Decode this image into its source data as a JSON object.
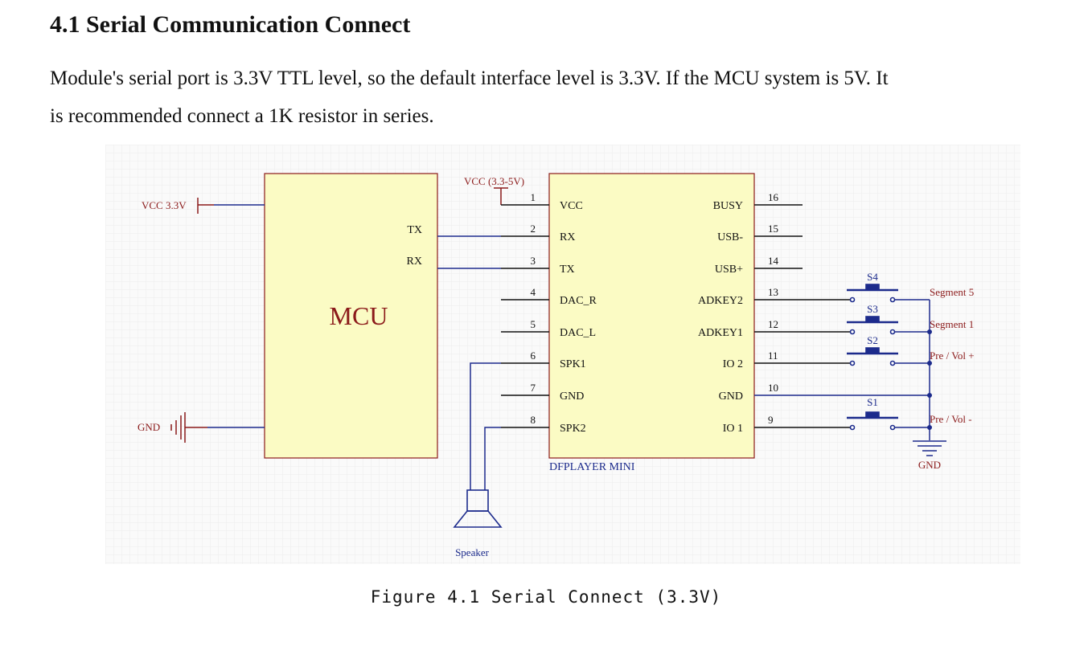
{
  "heading": "4.1 Serial Communication Connect",
  "paragraph": {
    "line1": "Module's serial port is 3.3V TTL level, so the default interface level is 3.3V. If the MCU system is 5V. It",
    "line2": "is recommended connect a 1K resistor in series."
  },
  "schematic": {
    "vcc_33": "VCC 3.3V",
    "gnd_left": "GND",
    "mcu": {
      "label": "MCU",
      "tx": "TX",
      "rx": "RX"
    },
    "module": {
      "name": "DFPLAYER MINI",
      "vcc_supply": "VCC (3.3-5V)",
      "left_pins": [
        {
          "num": "1",
          "label": "VCC"
        },
        {
          "num": "2",
          "label": "RX"
        },
        {
          "num": "3",
          "label": "TX"
        },
        {
          "num": "4",
          "label": "DAC_R"
        },
        {
          "num": "5",
          "label": "DAC_L"
        },
        {
          "num": "6",
          "label": "SPK1"
        },
        {
          "num": "7",
          "label": "GND"
        },
        {
          "num": "8",
          "label": "SPK2"
        }
      ],
      "right_pins": [
        {
          "num": "16",
          "label": "BUSY"
        },
        {
          "num": "15",
          "label": "USB-"
        },
        {
          "num": "14",
          "label": "USB+"
        },
        {
          "num": "13",
          "label": "ADKEY2"
        },
        {
          "num": "12",
          "label": "ADKEY1"
        },
        {
          "num": "11",
          "label": "IO 2"
        },
        {
          "num": "10",
          "label": "GND"
        },
        {
          "num": "9",
          "label": "IO 1"
        }
      ]
    },
    "switches": {
      "s4": "S4",
      "s3": "S3",
      "s2": "S2",
      "s1": "S1"
    },
    "segment_labels": {
      "seg5": "Segment 5",
      "seg1": "Segment 1",
      "prevol_plus": "Pre / Vol +",
      "prevol_minus": "Pre / Vol -"
    },
    "gnd_right": "GND",
    "speaker": "Speaker",
    "colors": {
      "wire_blue": "#1c2b8c",
      "wire_black": "#111111",
      "label_red": "#8b1a1a",
      "box_fill": "#fbfbc4",
      "box_stroke": "#8b1a1a",
      "grid": "#e6e6e6"
    }
  },
  "caption": "Figure 4.1 Serial Connect (3.3V)"
}
